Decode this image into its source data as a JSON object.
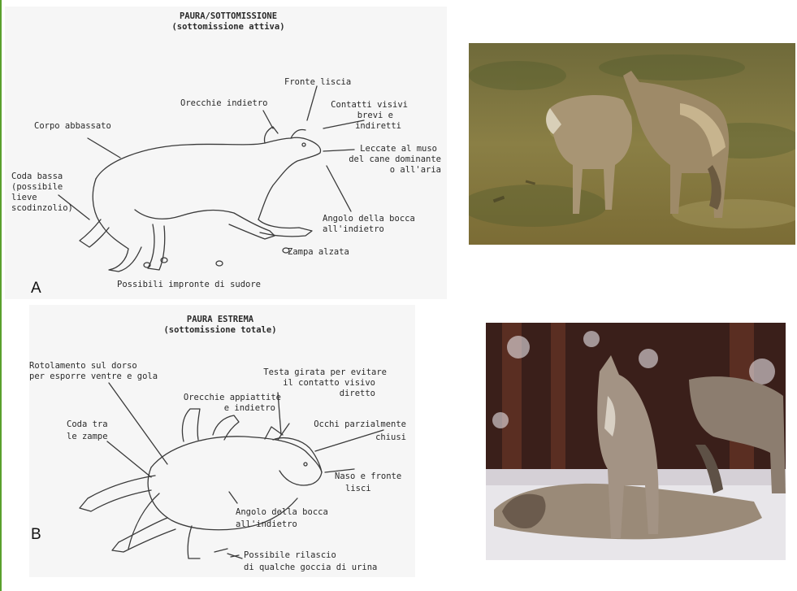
{
  "panel_a": {
    "letter": "A",
    "title_1": "PAURA/SOTTOMISSIONE",
    "title_2": "(sottomissione attiva)",
    "labels": {
      "fronte": "Fronte liscia",
      "orecchie": "Orecchie indietro",
      "contatti_1": "Contatti visivi",
      "contatti_2": "brevi e",
      "contatti_3": "indiretti",
      "corpo": "Corpo abbassato",
      "leccate_1": "Leccate al muso",
      "leccate_2": "del cane dominante",
      "leccate_3": "o all'aria",
      "coda_1": "Coda bassa",
      "coda_2": "(possibile",
      "coda_3": "lieve",
      "coda_4": "scodinzolio)",
      "angolo_1": "Angolo della bocca",
      "angolo_2": "all'indietro",
      "zampa": "Zampa alzata",
      "impronte": "Possibili impronte di sudore"
    }
  },
  "panel_b": {
    "letter": "B",
    "title_1": "PAURA ESTREMA",
    "title_2": "(sottomissione totale)",
    "labels": {
      "rotolamento_1": "Rotolamento sul dorso",
      "rotolamento_2": "per esporre ventre e gola",
      "testa_1": "Testa girata per evitare",
      "testa_2": "il contatto visivo",
      "testa_3": "diretto",
      "orecchie_1": "Orecchie appiattite",
      "orecchie_2": "e indietro",
      "occhi_1": "Occhi parzialmente",
      "occhi_2": "chiusi",
      "coda_1": "Coda tra",
      "coda_2": "le zampe",
      "naso_1": "Naso e fronte",
      "naso_2": "lisci",
      "angolo_1": "Angolo della bocca",
      "angolo_2": "all'indietro",
      "urina_1": "Possibile rilascio",
      "urina_2": "di qualche goccia di urina"
    }
  },
  "colors": {
    "border": "#5aa02c",
    "panel_bg": "#f6f6f6",
    "sketch_line": "#3a3a3a"
  }
}
